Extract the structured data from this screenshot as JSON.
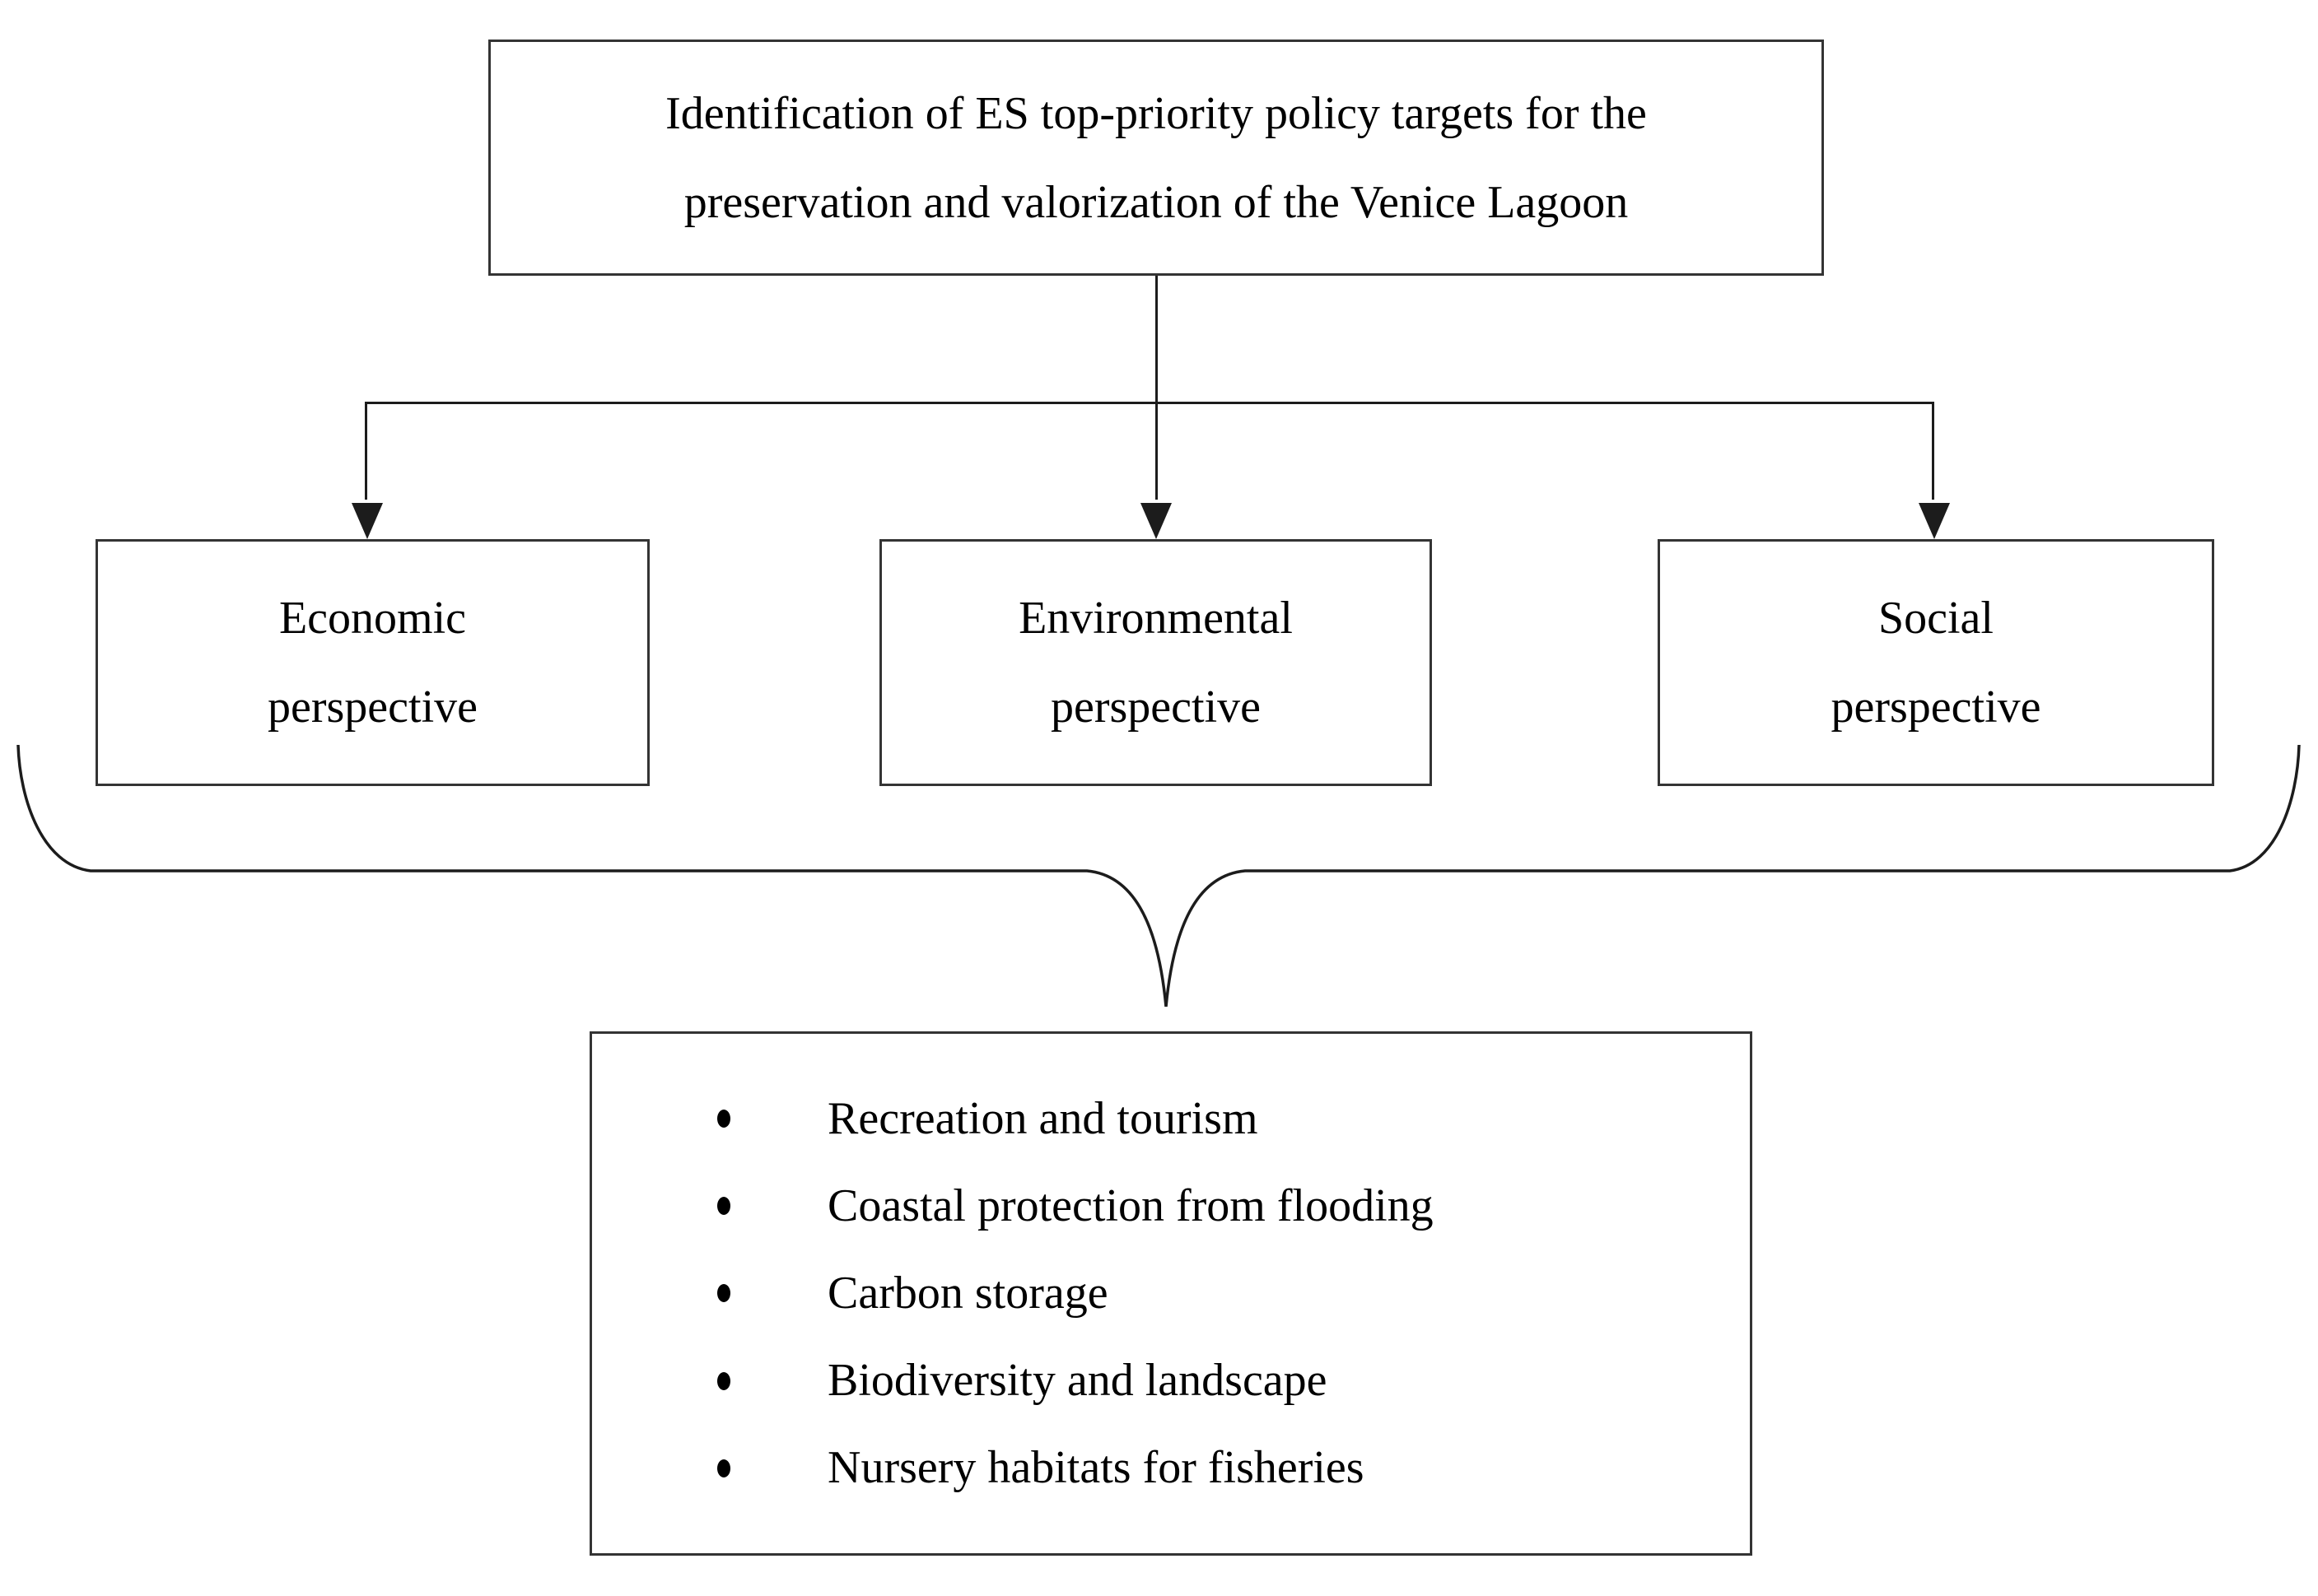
{
  "figure": {
    "title_box": {
      "lines": [
        "Identification of ES top-priority policy targets for the",
        "preservation and valorization of the Venice Lagoon"
      ]
    },
    "perspectives": [
      {
        "id": "economic",
        "lines": [
          "Economic",
          "perspective"
        ]
      },
      {
        "id": "environmental",
        "lines": [
          "Environmental",
          "perspective"
        ]
      },
      {
        "id": "social",
        "lines": [
          "Social",
          "perspective"
        ]
      }
    ],
    "outcomes": {
      "items": [
        "Recreation and tourism",
        "Coastal protection from flooding",
        "Carbon storage",
        "Biodiversity and landscape",
        "Nursery habitats for fisheries"
      ]
    },
    "colors": {
      "line": "#1c1c1c",
      "border": "#343434",
      "text": "#000000",
      "background": "#ffffff"
    }
  }
}
